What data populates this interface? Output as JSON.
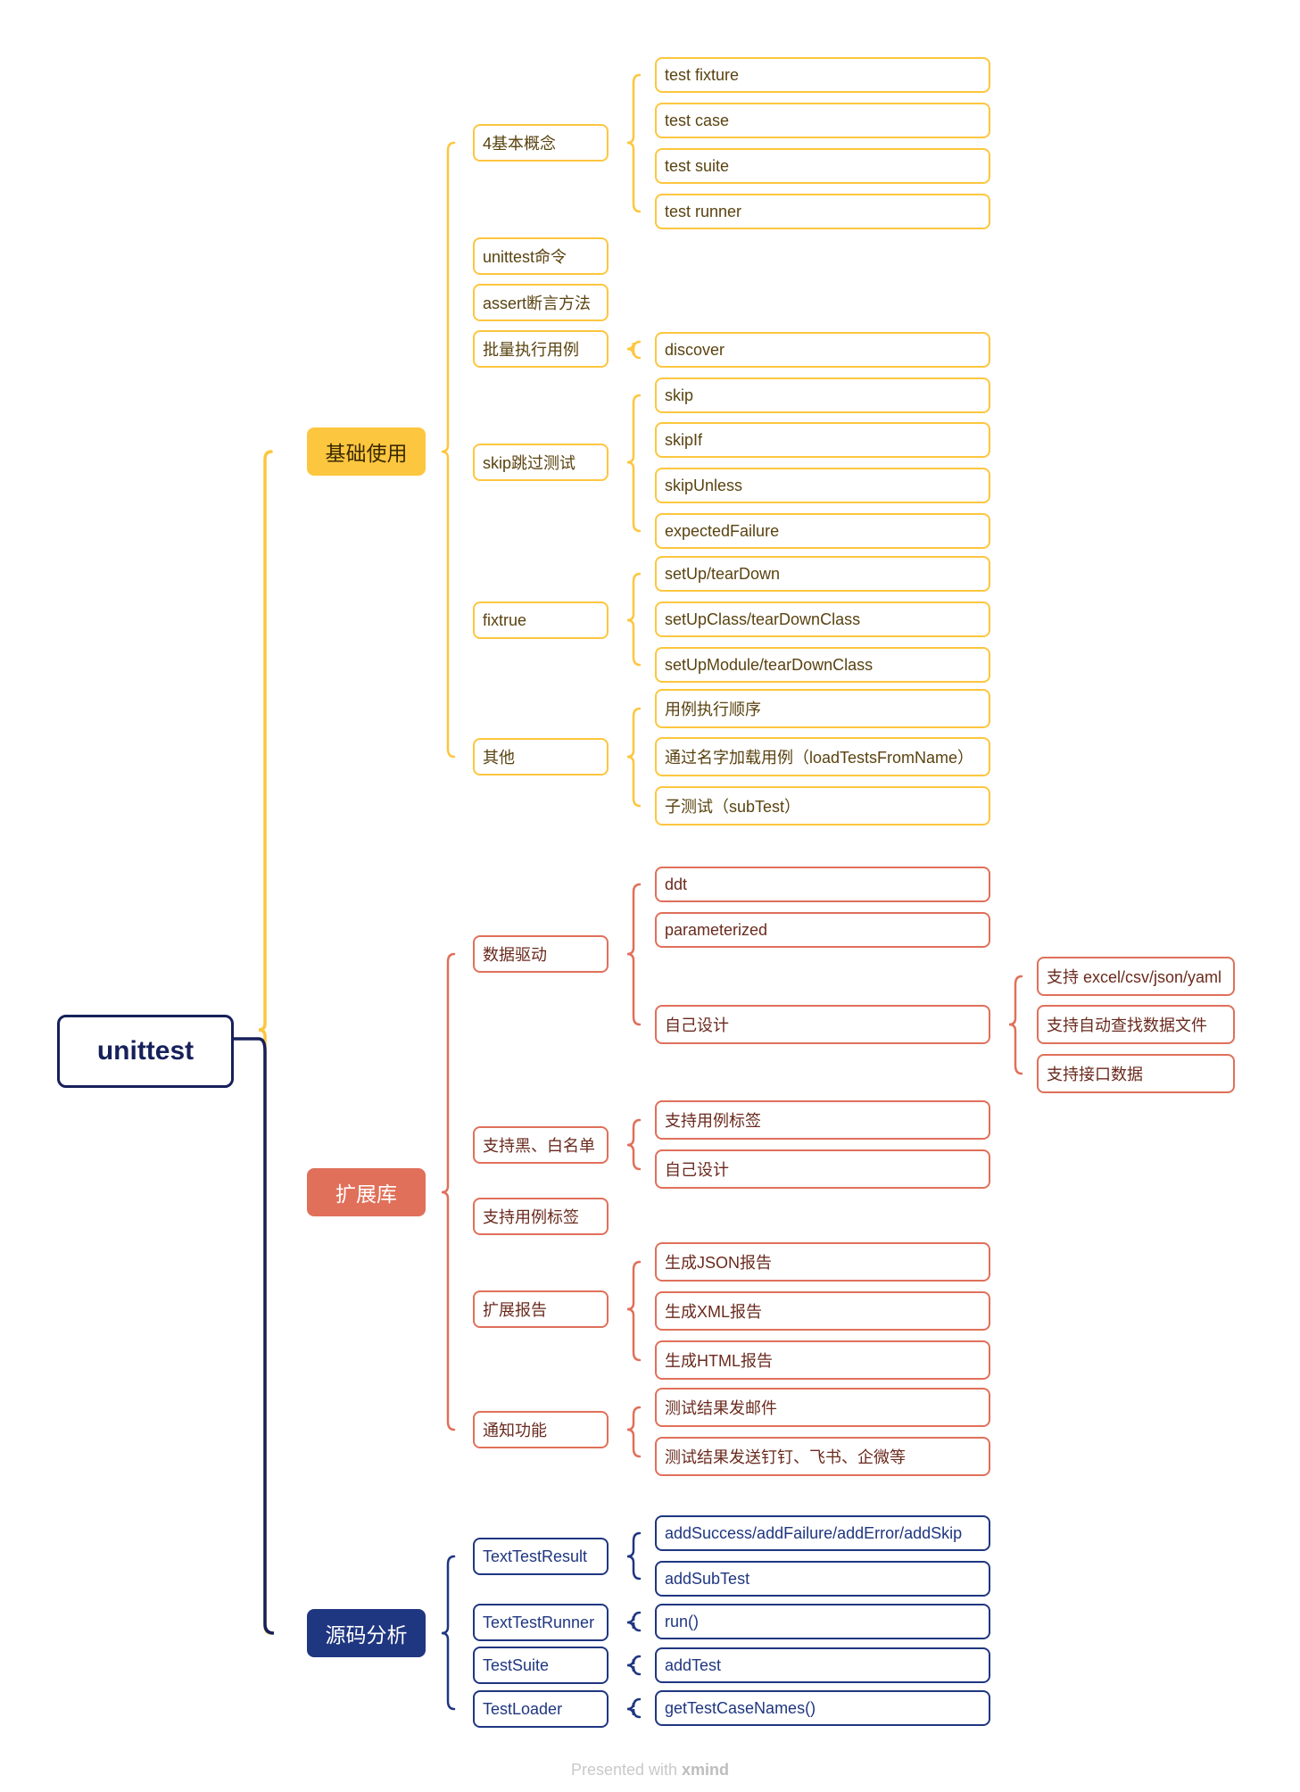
{
  "root": "unittest",
  "colors": {
    "basic": "#FDC63F",
    "extension": "#E0705A",
    "source": "#1F3680",
    "root": "#16205A"
  },
  "branches": [
    {
      "label": "基础使用",
      "color": "#FDC63F",
      "text_color": "#3a2a00",
      "children": [
        {
          "label": "4基本概念",
          "children": [
            "test fixture",
            "test case",
            "test suite",
            "test runner"
          ]
        },
        {
          "label": "unittest命令",
          "children": []
        },
        {
          "label": "assert断言方法",
          "children": []
        },
        {
          "label": "批量执行用例",
          "children": [
            "discover"
          ]
        },
        {
          "label": "skip跳过测试",
          "children": [
            "skip",
            "skipIf",
            "skipUnless",
            "expectedFailure"
          ]
        },
        {
          "label": "fixtrue",
          "children": [
            "setUp/tearDown",
            "setUpClass/tearDownClass",
            "setUpModule/tearDownClass"
          ]
        },
        {
          "label": "其他",
          "children": [
            "用例执行顺序",
            "通过名字加载用例（loadTestsFromName）",
            "子测试（subTest）"
          ]
        }
      ]
    },
    {
      "label": "扩展库",
      "color": "#E0705A",
      "text_color": "#ffffff",
      "children": [
        {
          "label": "数据驱动",
          "children": [
            "ddt",
            "parameterized",
            "自己设计"
          ],
          "grandchildren": [
            "支持 excel/csv/json/yaml",
            "支持自动查找数据文件",
            "支持接口数据"
          ]
        },
        {
          "label": "支持黑、白名单",
          "children": [
            "支持用例标签",
            "自己设计"
          ]
        },
        {
          "label": "支持用例标签",
          "children": []
        },
        {
          "label": "扩展报告",
          "children": [
            "生成JSON报告",
            "生成XML报告",
            "生成HTML报告"
          ]
        },
        {
          "label": "通知功能",
          "children": [
            "测试结果发邮件",
            "测试结果发送钉钉、飞书、企微等"
          ]
        }
      ]
    },
    {
      "label": "源码分析",
      "color": "#1F3680",
      "text_color": "#ffffff",
      "children": [
        {
          "label": "TextTestResult",
          "children": [
            "addSuccess/addFailure/addError/addSkip",
            "addSubTest"
          ]
        },
        {
          "label": "TextTestRunner",
          "children": [
            "run()"
          ]
        },
        {
          "label": "TestSuite",
          "children": [
            "addTest"
          ]
        },
        {
          "label": "TestLoader",
          "children": [
            "getTestCaseNames()"
          ]
        }
      ]
    }
  ],
  "footer": {
    "text": "Presented with",
    "brand": "xmind"
  }
}
